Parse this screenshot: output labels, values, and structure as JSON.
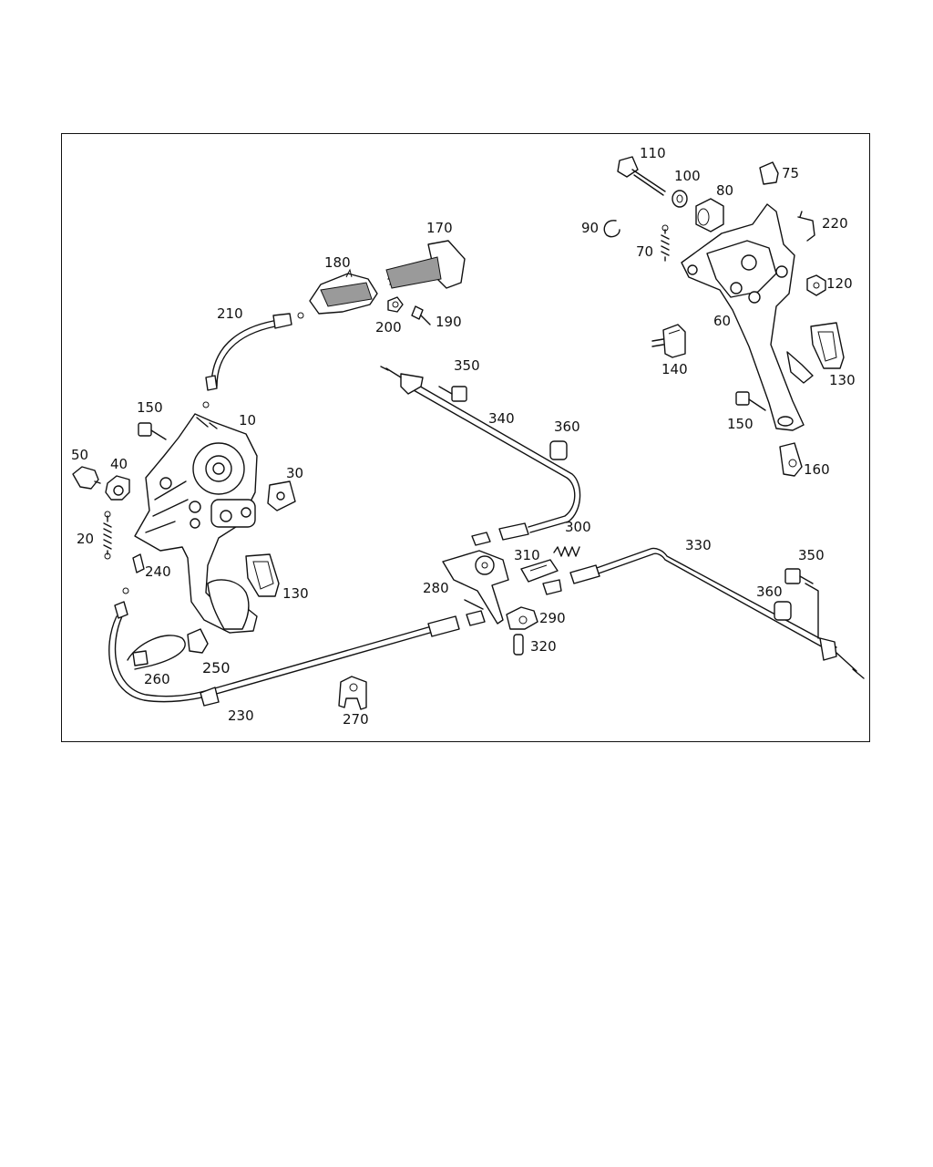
{
  "diagram": {
    "callouts": {
      "c10": "10",
      "c20": "20",
      "c30": "30",
      "c40": "40",
      "c50": "50",
      "c60": "60",
      "c70": "70",
      "c75": "75",
      "c80": "80",
      "c90": "90",
      "c100": "100",
      "c110": "110",
      "c120": "120",
      "c130a": "130",
      "c130b": "130",
      "c140": "140",
      "c150a": "150",
      "c150b": "150",
      "c160": "160",
      "c170": "170",
      "c180": "180",
      "c190": "190",
      "c200": "200",
      "c210": "210",
      "c220": "220",
      "c230": "230",
      "c240": "240",
      "c250": "250",
      "c260": "260",
      "c270": "270",
      "c280": "280",
      "c290": "290",
      "c300": "300",
      "c310": "310",
      "c320": "320",
      "c330": "330",
      "c340": "340",
      "c350a": "350",
      "c350b": "350",
      "c360a": "360",
      "c360b": "360"
    }
  }
}
